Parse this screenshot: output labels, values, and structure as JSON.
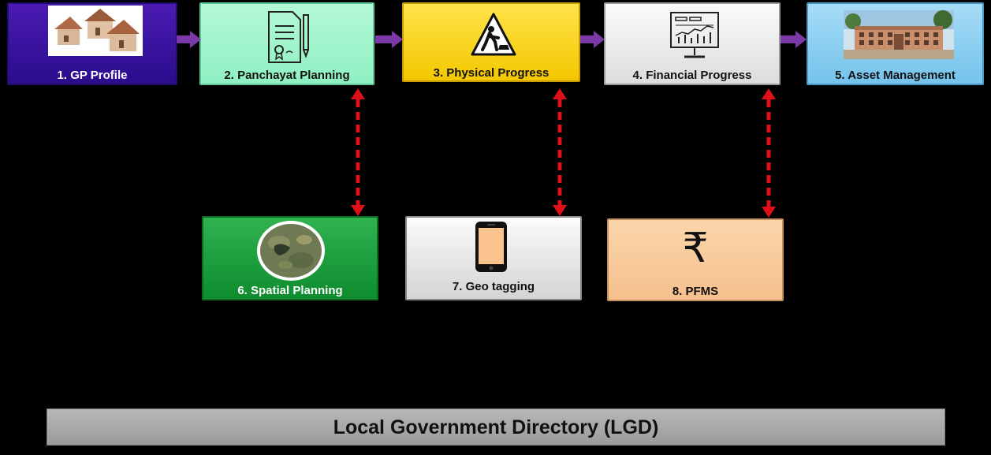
{
  "boxes": {
    "gp_profile": "1. GP Profile",
    "panchayat_planning": "2. Panchayat Planning",
    "physical_progress": "3. Physical Progress",
    "financial_progress": "4. Financial Progress",
    "asset_management": "5. Asset Management",
    "spatial_planning": "6. Spatial Planning",
    "geo_tagging": "7. Geo tagging",
    "pfms": "8. PFMS"
  },
  "icons": {
    "pfms": "₹"
  },
  "footer": {
    "lgd": "Local Government Directory (LGD)"
  },
  "colors": {
    "flow_arrow": "#7b3aa8",
    "link_arrow": "#e0101a"
  }
}
